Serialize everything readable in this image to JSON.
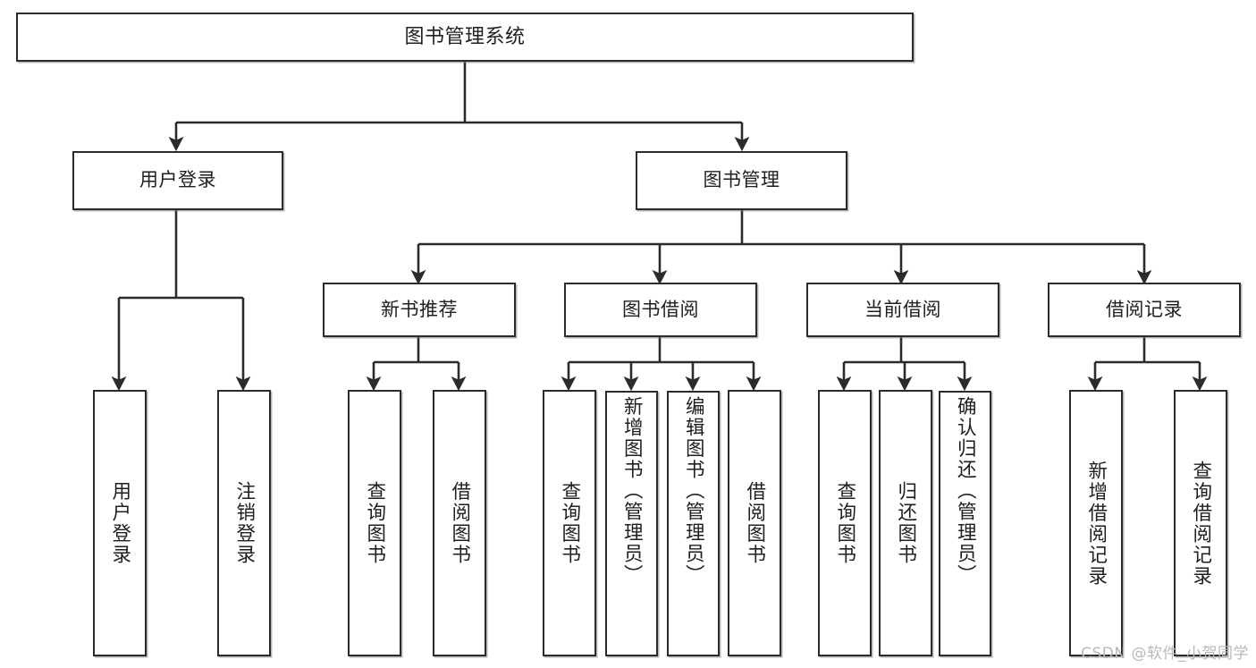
{
  "diagram": {
    "title": "图书管理系统",
    "type": "hierarchy-tree",
    "watermark": "CSDN @软件_小贺同学",
    "colors": {
      "stroke": "#2b2b2b",
      "box_fill": "#ffffff",
      "text": "#1f1f1f",
      "watermark": "#b9b9b9",
      "background": "#ffffff"
    },
    "nodes": {
      "root": {
        "label": "图书管理系统"
      },
      "level2": [
        {
          "label": "用户登录"
        },
        {
          "label": "图书管理"
        }
      ],
      "level3": [
        {
          "label": "新书推荐"
        },
        {
          "label": "图书借阅"
        },
        {
          "label": "当前借阅"
        },
        {
          "label": "借阅记录"
        }
      ],
      "leaves": {
        "user_login": [
          {
            "label": "用户登录"
          },
          {
            "label": "注销登录"
          }
        ],
        "new_book_recommend": [
          {
            "label": "查询图书"
          },
          {
            "label": "借阅图书"
          }
        ],
        "book_borrow": [
          {
            "label": "查询图书"
          },
          {
            "label": "新增图书（管理员）"
          },
          {
            "label": "编辑图书（管理员）"
          },
          {
            "label": "借阅图书"
          }
        ],
        "current_borrow": [
          {
            "label": "查询图书"
          },
          {
            "label": "归还图书"
          },
          {
            "label": "确认归还（管理员）"
          }
        ],
        "borrow_record": [
          {
            "label": "新增借阅记录"
          },
          {
            "label": "查询借阅记录"
          }
        ]
      }
    }
  }
}
